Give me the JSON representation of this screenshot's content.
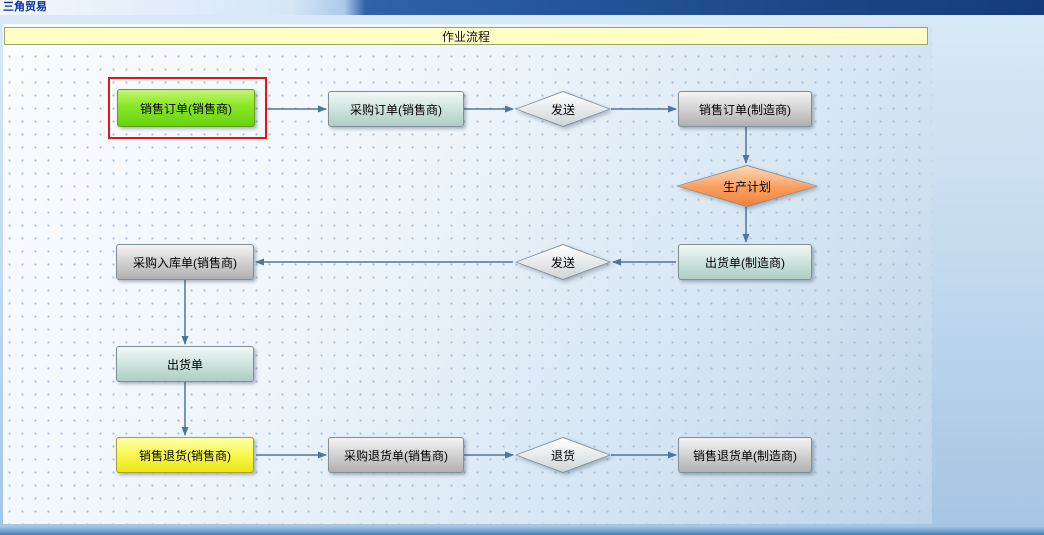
{
  "window": {
    "title": "三角贸易"
  },
  "flowchart": {
    "banner": "作业流程",
    "highlight": {
      "node": "sales-order-seller",
      "color": "#e31515"
    },
    "colors": {
      "green": "#8ae627",
      "teal": "#cfe4de",
      "gray": "#d2d2d2",
      "yellow": "#f8f84e",
      "diamond_white": "#e4e8ea",
      "diamond_orange": "#f99d5e",
      "arrow": "#4f7699",
      "banner_bg": "#ffffc8"
    },
    "nodes": [
      {
        "id": "sales-order-seller",
        "label": "销售订单(销售商)",
        "shape": "rect",
        "color": "#8ae627",
        "highlighted": true
      },
      {
        "id": "purchase-order-seller",
        "label": "采购订单(销售商)",
        "shape": "rect",
        "color": "#cfe4de"
      },
      {
        "id": "send-1",
        "label": "发送",
        "shape": "diamond",
        "color": "#e4e8ea"
      },
      {
        "id": "sales-order-maker",
        "label": "销售订单(制造商)",
        "shape": "rect",
        "color": "#d2d2d2"
      },
      {
        "id": "production-plan",
        "label": "生产计划",
        "shape": "diamond",
        "color": "#f99d5e"
      },
      {
        "id": "shipment-maker",
        "label": "出货单(制造商)",
        "shape": "rect",
        "color": "#cfe4de"
      },
      {
        "id": "send-2",
        "label": "发送",
        "shape": "diamond",
        "color": "#e4e8ea"
      },
      {
        "id": "purchase-inbound-seller",
        "label": "采购入库单(销售商)",
        "shape": "rect",
        "color": "#d2d2d2"
      },
      {
        "id": "shipment",
        "label": "出货单",
        "shape": "rect",
        "color": "#cfe4de"
      },
      {
        "id": "sales-return-seller",
        "label": "销售退货(销售商)",
        "shape": "rect",
        "color": "#f8f84e"
      },
      {
        "id": "purchase-return-seller",
        "label": "采购退货单(销售商)",
        "shape": "rect",
        "color": "#d2d2d2"
      },
      {
        "id": "return-send",
        "label": "退货",
        "shape": "diamond",
        "color": "#e4e8ea"
      },
      {
        "id": "sales-return-maker",
        "label": "销售退货单(制造商)",
        "shape": "rect",
        "color": "#d2d2d2"
      }
    ],
    "edges": [
      {
        "from": "sales-order-seller",
        "to": "purchase-order-seller"
      },
      {
        "from": "purchase-order-seller",
        "to": "send-1"
      },
      {
        "from": "send-1",
        "to": "sales-order-maker"
      },
      {
        "from": "sales-order-maker",
        "to": "production-plan"
      },
      {
        "from": "production-plan",
        "to": "shipment-maker"
      },
      {
        "from": "shipment-maker",
        "to": "send-2"
      },
      {
        "from": "send-2",
        "to": "purchase-inbound-seller"
      },
      {
        "from": "purchase-inbound-seller",
        "to": "shipment"
      },
      {
        "from": "shipment",
        "to": "sales-return-seller"
      },
      {
        "from": "sales-return-seller",
        "to": "purchase-return-seller"
      },
      {
        "from": "purchase-return-seller",
        "to": "return-send"
      },
      {
        "from": "return-send",
        "to": "sales-return-maker"
      }
    ]
  }
}
